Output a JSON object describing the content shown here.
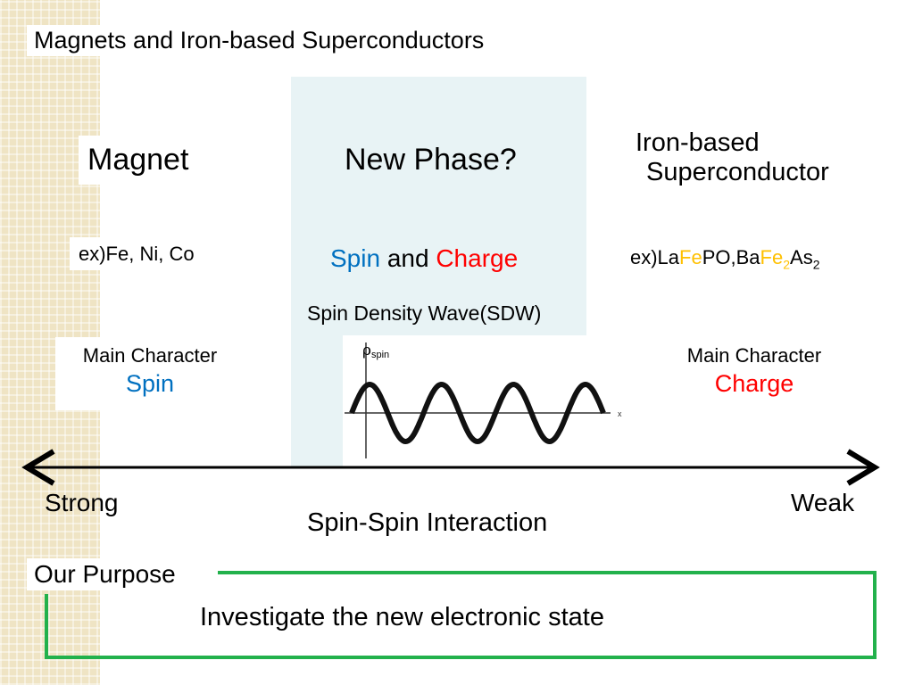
{
  "slide_title": "Magnets and Iron-based Superconductors",
  "magnet": {
    "title": "Magnet",
    "example": "ex)Fe, Ni, Co",
    "main_character_label": "Main Character",
    "main_character_value": "Spin"
  },
  "new_phase": {
    "title": "New Phase?",
    "spin_word": "Spin",
    "and_word": "and",
    "charge_word": "Charge",
    "sdw_label": "Spin Density Wave(SDW)",
    "wave_ylabel_symbol": "ρ",
    "wave_ylabel_sub": "spin",
    "wave_xlabel": "x"
  },
  "iron": {
    "title_line1": "Iron-based",
    "title_line2": "Superconductor",
    "example_parts": {
      "p1": "ex)La",
      "p2": "Fe",
      "p3": "PO,Ba",
      "p4": "Fe",
      "p5": "2",
      "p6": "As",
      "p7": "2"
    },
    "main_character_label": "Main Character",
    "main_character_value": "Charge"
  },
  "axis": {
    "left_label": "Strong",
    "right_label": "Weak",
    "caption": "Spin-Spin Interaction"
  },
  "purpose": {
    "label": "Our Purpose",
    "text": "Investigate the new electronic state"
  },
  "colors": {
    "spin": "#0070c0",
    "charge": "#ff0000",
    "fe_highlight": "#ffc000",
    "purpose_border": "#22b14c",
    "phase_box": "#e8f3f5"
  }
}
